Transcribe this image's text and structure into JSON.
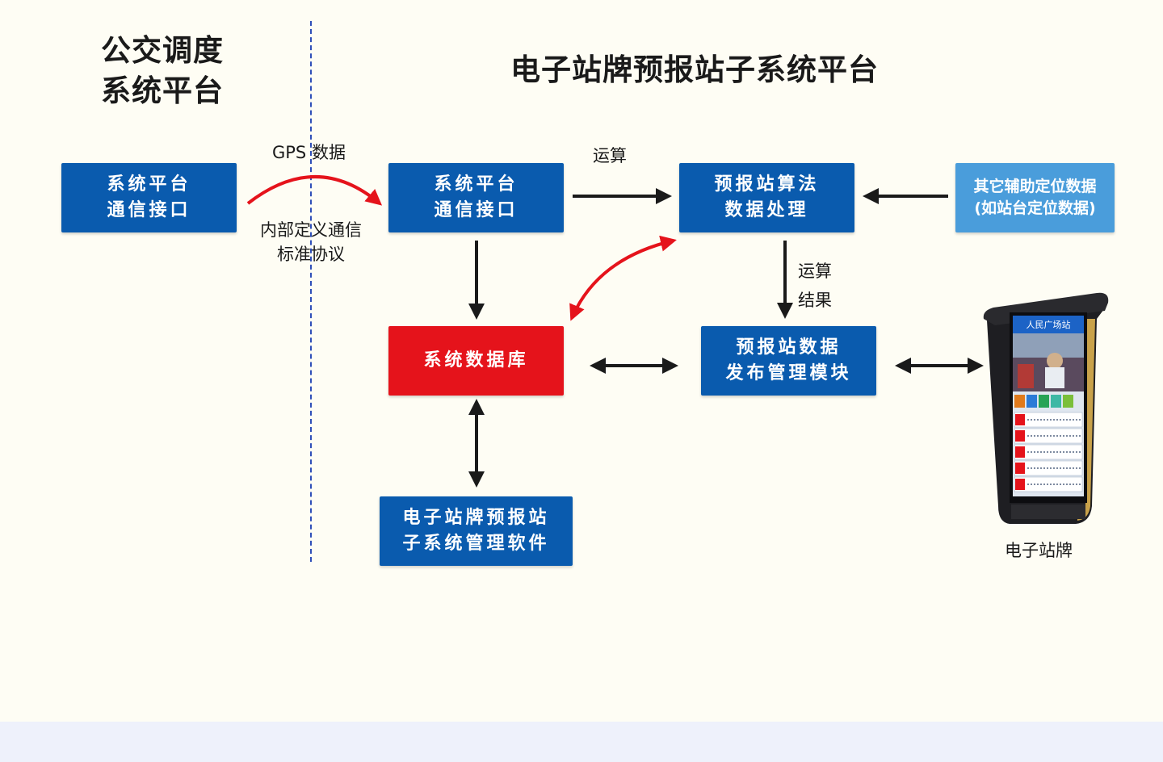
{
  "headings": {
    "left_line1": "公交调度",
    "left_line2": "系统平台",
    "right": "电子站牌预报站子系统平台"
  },
  "boxes": {
    "dispatch_interface": {
      "line1": "系统平台",
      "line2": "通信接口"
    },
    "platform_interface": {
      "line1": "系统平台",
      "line2": "通信接口"
    },
    "algorithm": {
      "line1": "预报站算法",
      "line2": "数据处理"
    },
    "aux_data": {
      "line1": "其它辅助定位数据",
      "line2": "(如站台定位数据)"
    },
    "database": {
      "line1": "系统数据库"
    },
    "publish_module": {
      "line1": "预报站数据",
      "line2": "发布管理模块"
    },
    "management_software": {
      "line1": "电子站牌预报站",
      "line2": "子系统管理软件"
    }
  },
  "labels": {
    "gps_data": "GPS 数据",
    "protocol_line1": "内部定义通信",
    "protocol_line2": "标准协议",
    "compute": "运算",
    "result_line1": "运算",
    "result_line2": "结果",
    "sign_caption": "电子站牌"
  },
  "device_screen": {
    "station_name": "人民广场站"
  },
  "colors": {
    "box_blue": "#0a5bae",
    "box_red": "#e5131b",
    "box_light_blue": "#4a9ddb",
    "arrow_red": "#e5131b",
    "arrow_black": "#1a1a1a",
    "divider": "#2f4fb8"
  }
}
